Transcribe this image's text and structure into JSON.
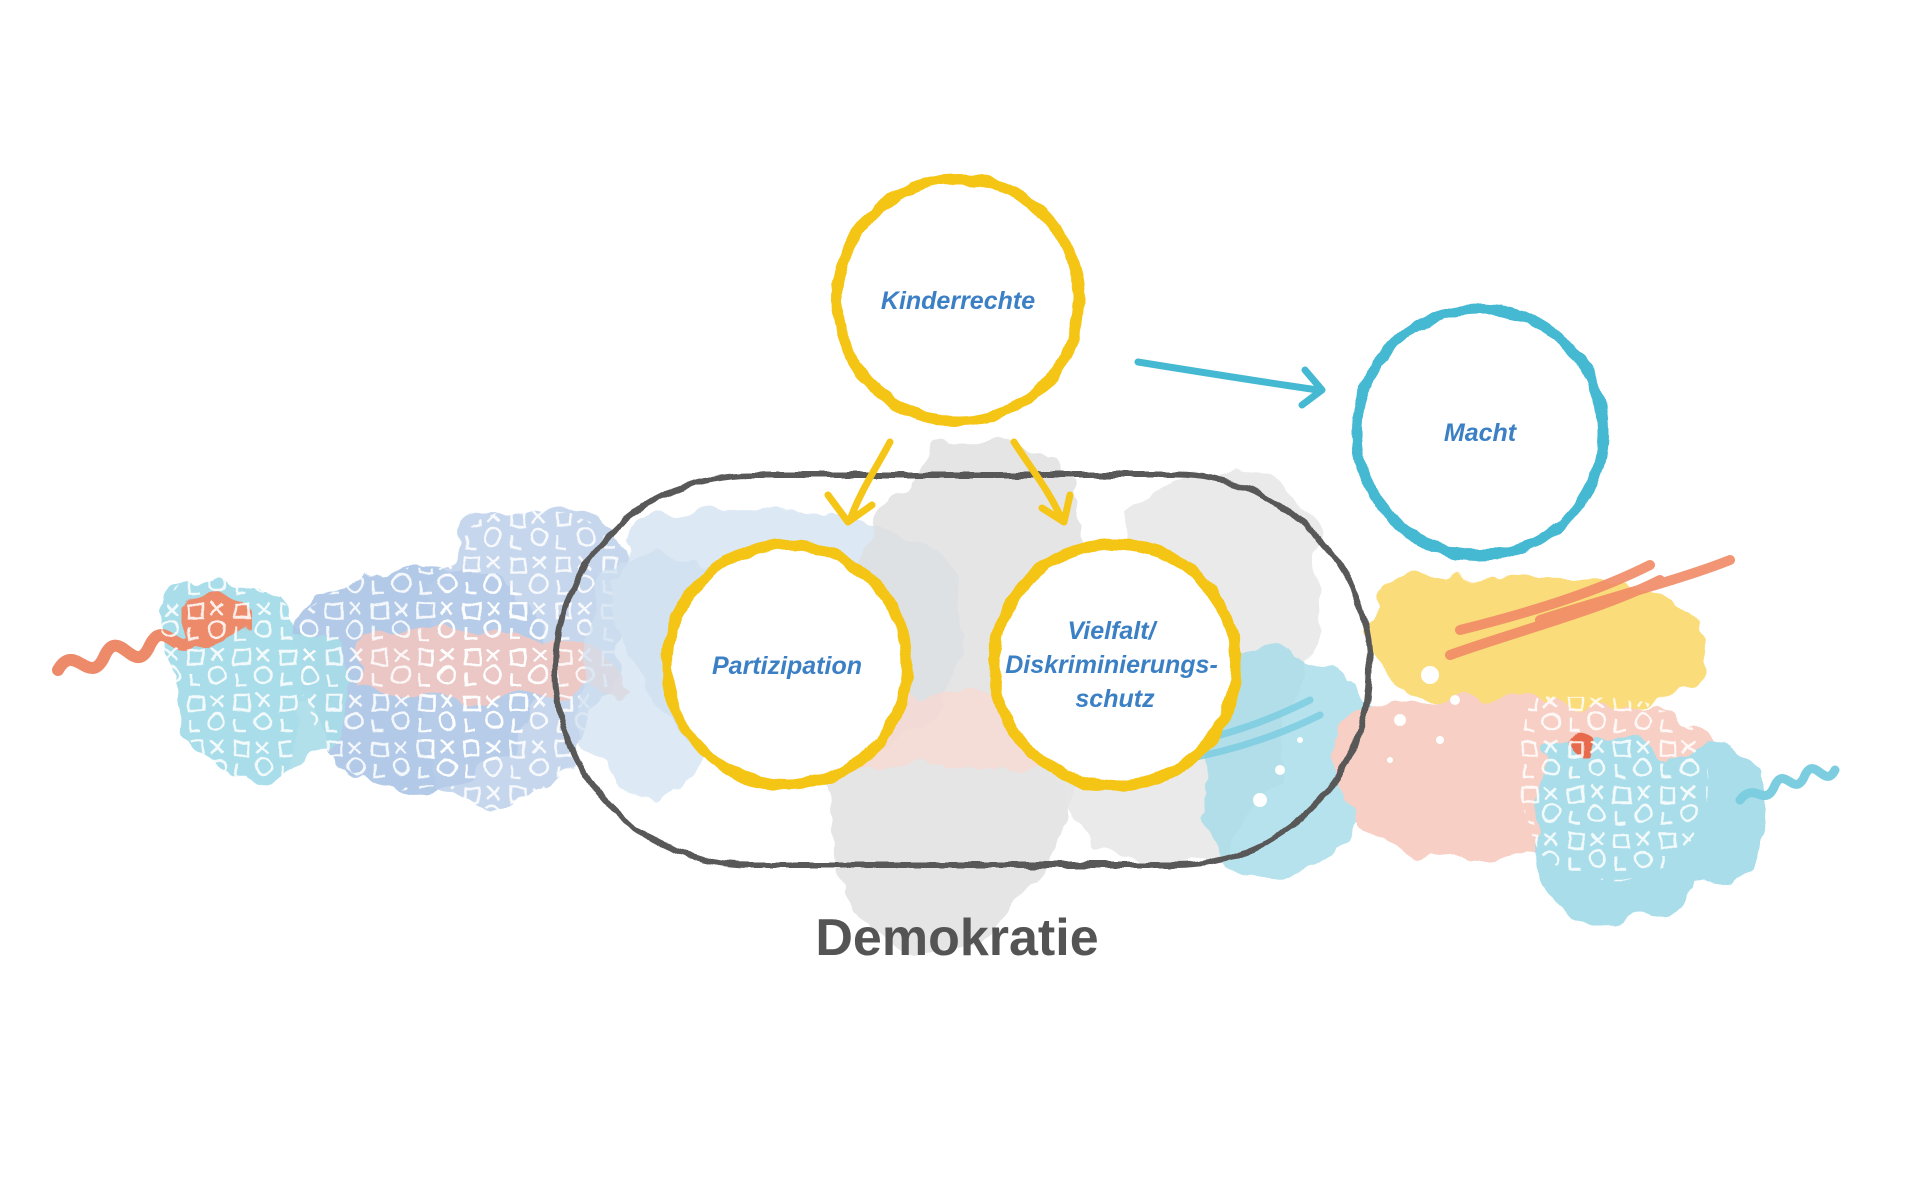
{
  "nodes": {
    "kinderrechte": {
      "label": "Kinderrechte",
      "color": "#f5c518"
    },
    "partizipation": {
      "label": "Partizipation",
      "color": "#f5c518"
    },
    "vielfalt": {
      "lines": [
        "Vielfalt/",
        "Diskriminierungs-",
        "schutz"
      ],
      "color": "#f5c518"
    },
    "macht": {
      "label": "Macht",
      "color": "#45b8d2"
    }
  },
  "group": {
    "label": "Demokratie",
    "color": "#595959"
  },
  "edges": [
    {
      "from": "kinderrechte",
      "to": "partizipation",
      "color": "#f5c518"
    },
    {
      "from": "kinderrechte",
      "to": "vielfalt",
      "color": "#f5c518"
    },
    {
      "from": "kinderrechte",
      "to": "macht",
      "color": "#45b8d2"
    }
  ],
  "colors": {
    "label_text": "#3b7fc4",
    "caption_text": "#545454"
  }
}
